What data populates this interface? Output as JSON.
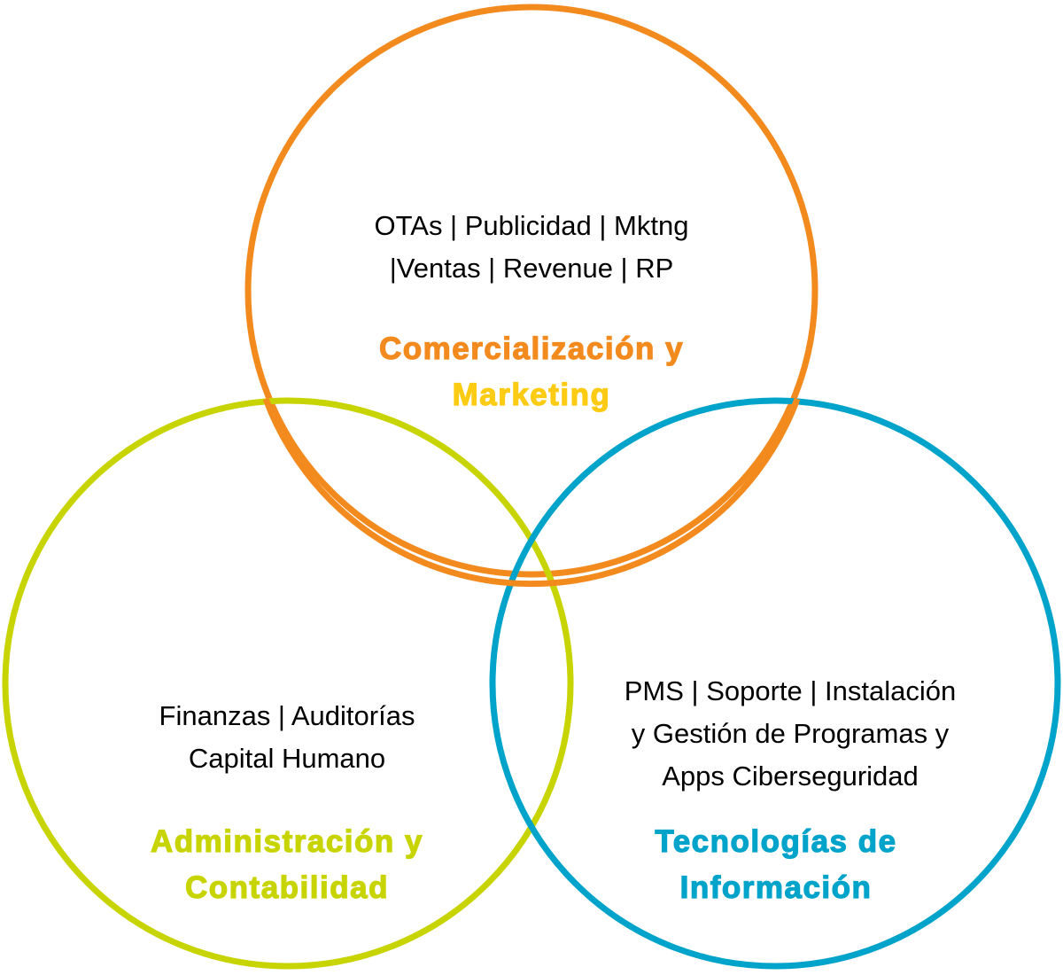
{
  "colors": {
    "orange": "#F28A1E",
    "yellow": "#FCCB13",
    "green": "#C8D400",
    "blue": "#00A3C9"
  },
  "circles": {
    "marketing": {
      "lines": [
        "OTAs | Publicidad | Mktng",
        "|Ventas | Revenue | RP"
      ],
      "title": [
        "Comercialización y",
        "Marketing"
      ]
    },
    "admin": {
      "lines": [
        "Finanzas | Auditorías",
        "Capital Humano"
      ],
      "title": [
        "Administración y",
        "Contabilidad"
      ]
    },
    "tech": {
      "lines": [
        "PMS | Soporte | Instalación",
        "y Gestión de Programas y",
        "Apps Ciberseguridad"
      ],
      "title": [
        "Tecnologías de",
        "Información"
      ]
    }
  }
}
